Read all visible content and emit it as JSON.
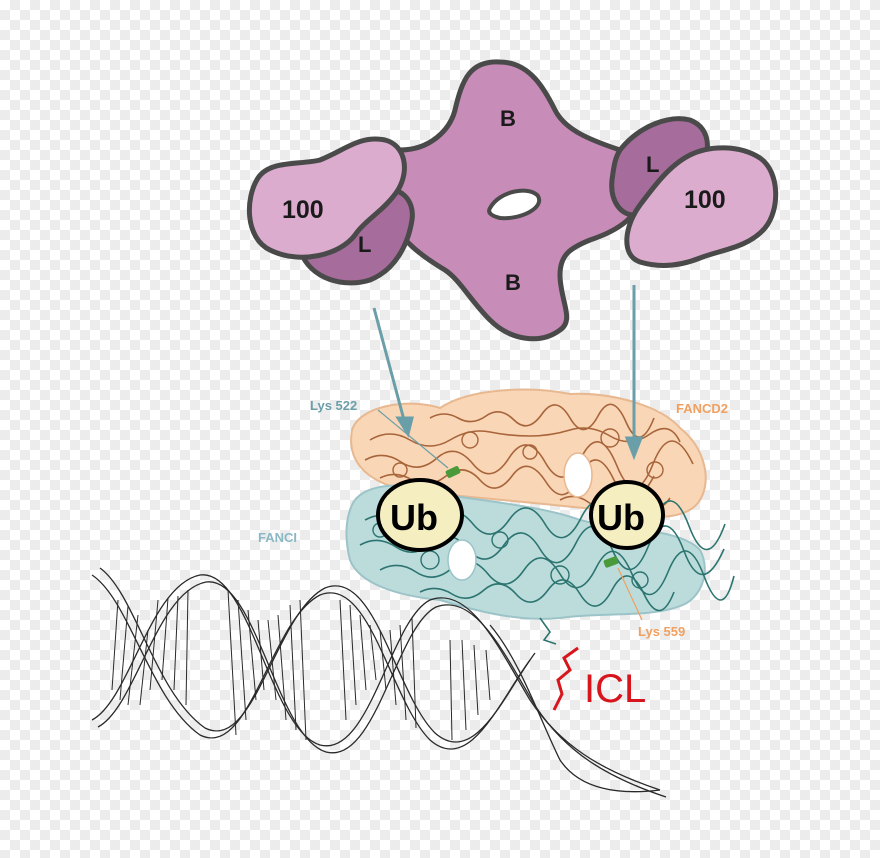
{
  "complex": {
    "left_100": "100",
    "left_l": "L",
    "top_b": "B",
    "bottom_b": "B",
    "right_l": "L",
    "right_100": "100"
  },
  "labels": {
    "lys_522": "Lys 522",
    "fancd2": "FANCD2",
    "fanci": "FANCI",
    "lys_559": "Lys 559",
    "ub_left": "Ub",
    "ub_right": "Ub",
    "icl": "ICL"
  },
  "colors": {
    "complex_body": "#c88cb8",
    "complex_lobe": "#dcaccf",
    "complex_linker": "#a66c9c",
    "complex_outline": "#4a4a4a",
    "fancd2_color": "#f0a060",
    "fanci_color": "#8ab8c4",
    "arrow_color": "#6a9ea8",
    "ub_fill": "#f4eec0",
    "icl_color": "#d8141c",
    "lys_green": "#4a9a3c"
  }
}
